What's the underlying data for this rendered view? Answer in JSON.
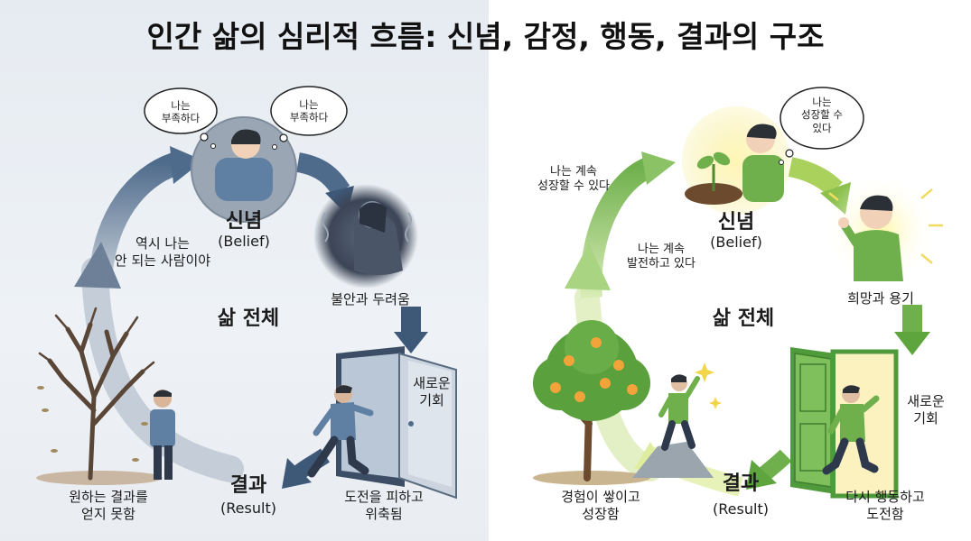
{
  "title": "인간 삶의 심리적 흐름: 신념, 감정, 행동, 결과의 구조",
  "colors": {
    "negative_bg": "#e6ebf1",
    "negative_accent": "#4f6b8c",
    "positive_bg": "#ffffff",
    "positive_accent": "#6fb04d"
  },
  "negative": {
    "center": "삶 전체",
    "belief_title": "신념",
    "belief_en": "(Belief)",
    "bubble_1": "나는\n부족하다",
    "bubble_2": "나는\n부족하다",
    "emotion": "불안과 두려움",
    "door_text": "새로운\n기회",
    "action": "도전을 피하고\n위축됨",
    "result_title": "결과",
    "result_en": "(Result)",
    "outcome": "원하는 결과를\n얻지 못함",
    "self_talk": "역시 나는\n안 되는 사람이야"
  },
  "positive": {
    "center": "삶 전체",
    "belief_title": "신념",
    "belief_en": "(Belief)",
    "bubble": "나는\n성장할 수\n있다",
    "emotion": "희망과 용기",
    "door_text": "새로운\n기회",
    "action": "다시 행동하고\n도전함",
    "result_title": "결과",
    "result_en": "(Result)",
    "outcome": "경험이 쌓이고\n성장함",
    "self_talk_1": "나는 계속\n성장할 수 있다",
    "self_talk_2": "나는 계속\n발전하고 있다"
  }
}
